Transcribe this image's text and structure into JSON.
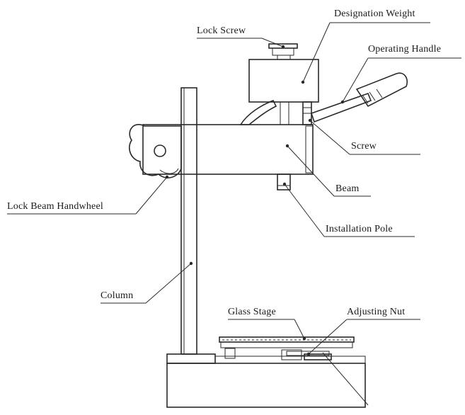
{
  "labels": {
    "designation_weight": "Designation Weight",
    "lock_screw": "Lock Screw",
    "operating_handle": "Operating Handle",
    "screw": "Screw",
    "beam": "Beam",
    "lock_beam_handwheel": "Lock Beam Handwheel",
    "installation_pole": "Installation Pole",
    "column": "Column",
    "glass_stage": "Glass Stage",
    "adjusting_nut": "Adjusting Nut"
  }
}
